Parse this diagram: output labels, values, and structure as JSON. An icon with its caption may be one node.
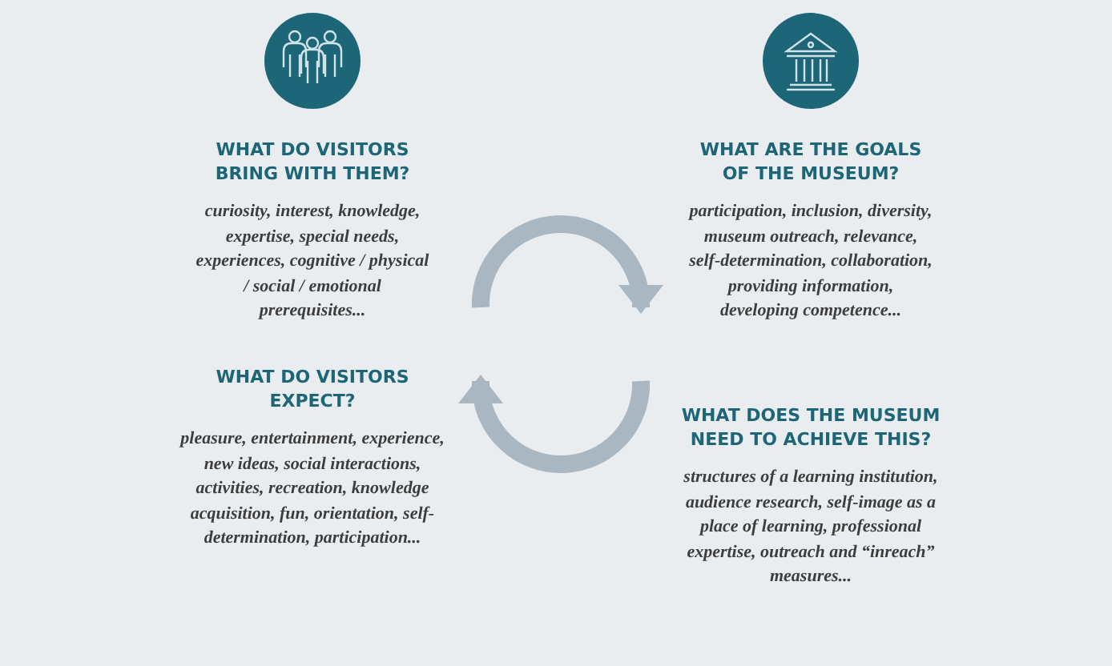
{
  "diagram": {
    "nodes": [
      {
        "text": [
          "WHAT DO VISITORS BRING WITH THEM?",
          "curiosity, interest, knowledge, expertise, special needs, experiences, cognitive / physical / social / emotional prerequisites..."
        ]
      },
      {
        "text": [
          "WHAT DO VISITORS EXPECT?",
          "pleasure, entertainment, experience, new ideas, social interactions, activities, recreation, knowledge acquisition, fun, orientation, self-determination, participation..."
        ]
      },
      {
        "text": [
          "WHAT ARE THE GOALS OF THE MUSEUM?",
          "participation, inclusion, diversity, museum outreach, relevance, self-determination, collaboration, providing information, developing competence..."
        ]
      },
      {
        "text": [
          "WHAT DOES THE MUSEUM NEED TO ACHIEVE THIS?",
          "structures of a learning institution, audience research, self-image as a place of learning, professional expertise, outreach and “inreach” measures..."
        ]
      }
    ],
    "edges": [
      {
        "from": 0,
        "to": 2,
        "arrow": "to"
      },
      {
        "from": 3,
        "to": 1,
        "arrow": "to"
      }
    ]
  }
}
